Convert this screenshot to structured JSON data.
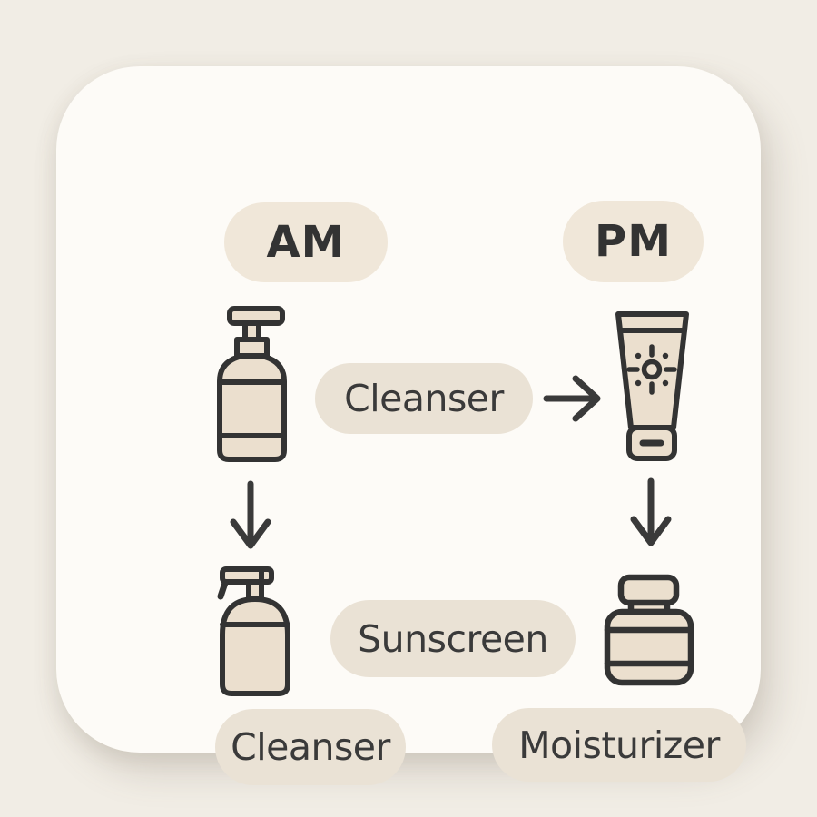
{
  "palette": {
    "page_bg": "#f1ede5",
    "card_bg": "#fdfbf7",
    "pill_warm": "#f0e7d9",
    "pill_cool": "#eae2d5",
    "icon_fill": "#ebdfce",
    "outline": "#333333",
    "text": "#3a3a3a"
  },
  "routine": {
    "am": {
      "badge": "AM",
      "step1_icon": "lotion-pump-bottle",
      "step2_icon": "foam-pump-bottle",
      "bottom_label": "Cleanser"
    },
    "pm": {
      "badge": "PM",
      "step1_icon": "sunscreen-tube",
      "step2_icon": "moisturizer-jar",
      "bottom_label": "Moisturizer"
    },
    "center_labels": {
      "row1": "Cleanser",
      "row2": "Sunscreen"
    },
    "connectors": [
      "right-arrow",
      "down-arrow",
      "down-arrow"
    ]
  }
}
